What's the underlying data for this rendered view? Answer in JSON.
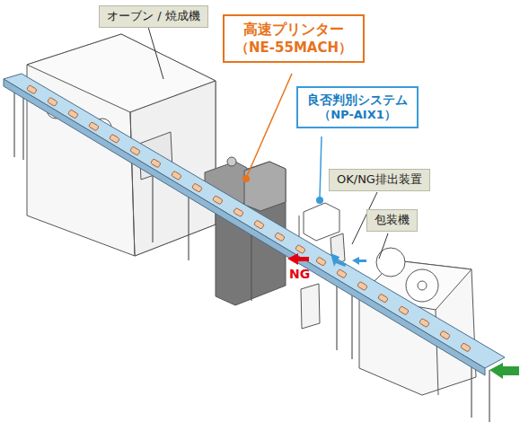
{
  "diagram": {
    "nodes": [
      {
        "text": [
          "オーブン / 焼成機"
        ]
      },
      {
        "text": [
          "高速プリンター",
          "（NE-55MACH）"
        ]
      },
      {
        "text": [
          "良否判別システム",
          "（NP-AIX1）"
        ]
      },
      {
        "text": [
          "OK/NG排出装置"
        ]
      },
      {
        "text": [
          "包装機"
        ]
      }
    ],
    "labels": [
      "NG"
    ]
  }
}
